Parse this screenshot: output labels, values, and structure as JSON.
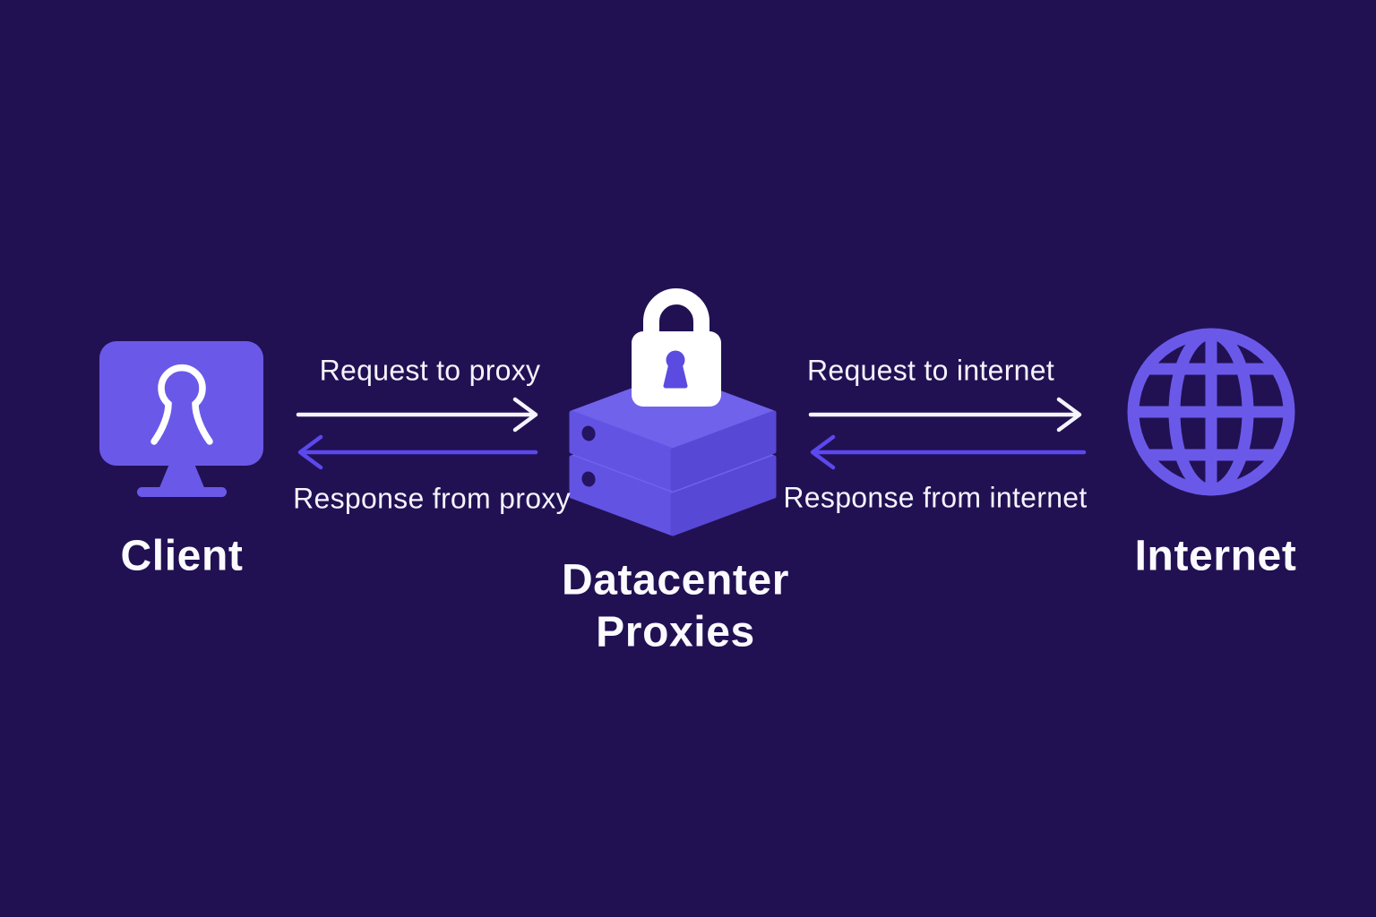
{
  "diagram": {
    "type": "proxy-flow-diagram",
    "background_color": "#211153"
  },
  "colors": {
    "background": "#211153",
    "accent_purple": "#6a59e8",
    "server_top_face": "#7162ec",
    "server_left_face": "#6253e3",
    "server_right_face": "#5848d6",
    "server_dot": "#251461",
    "lock_white": "#ffffff",
    "keyhole_purple": "#5b4be0",
    "arrow_white": "#f5f3fc",
    "arrow_purple": "#5b48ee",
    "text_white": "#fbfafe"
  },
  "nodes": {
    "client": {
      "label": "Client",
      "icon": "monitor-user-icon"
    },
    "datacenter": {
      "label_line1": "Datacenter",
      "label_line2": "Proxies",
      "icon": "server-stack-lock-icon"
    },
    "internet": {
      "label": "Internet",
      "icon": "globe-icon"
    }
  },
  "flows": {
    "client_to_proxy": {
      "label": "Request to proxy",
      "direction": "right",
      "color": "#f5f3fc"
    },
    "proxy_to_client": {
      "label": "Response from proxy",
      "direction": "left",
      "color": "#5b48ee"
    },
    "proxy_to_internet": {
      "label": "Request to internet",
      "direction": "right",
      "color": "#f5f3fc"
    },
    "internet_to_proxy": {
      "label": "Response from internet",
      "direction": "left",
      "color": "#5b48ee"
    }
  }
}
